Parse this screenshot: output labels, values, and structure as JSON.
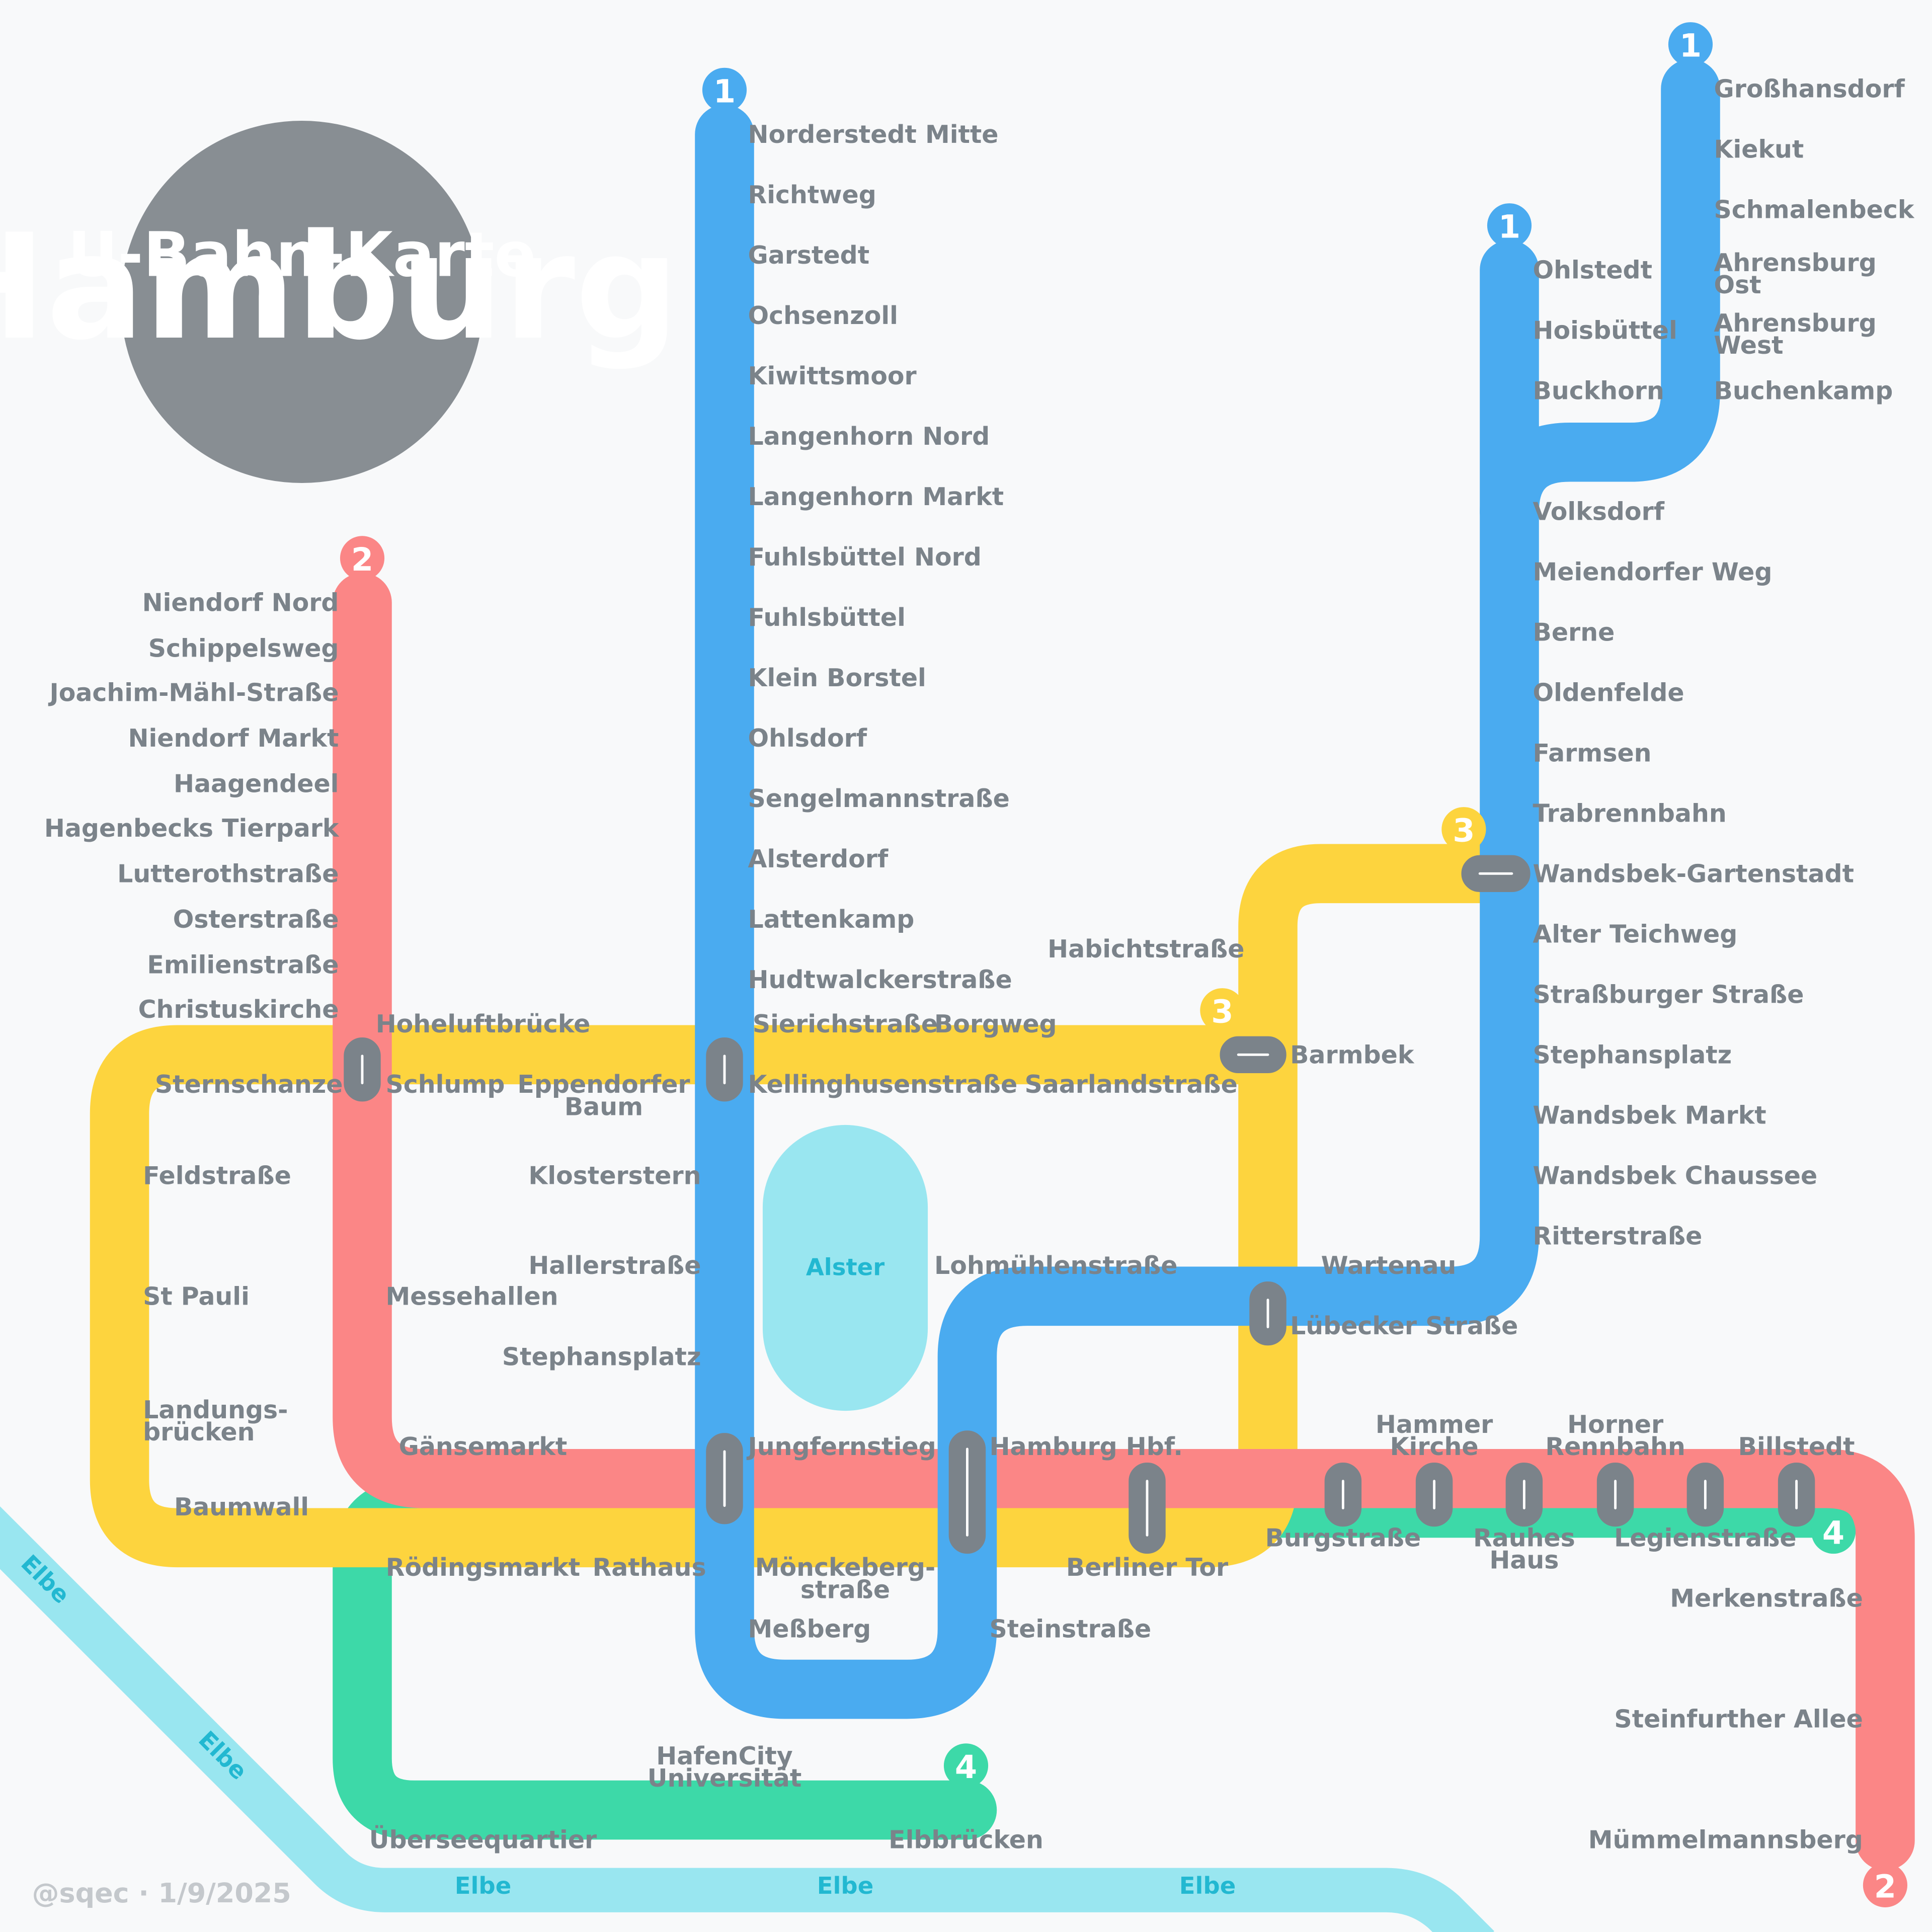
{
  "title": {
    "subtitle": "U-Bahn-Karte",
    "city": "Hamburg"
  },
  "credit": "@sqec · 1/9/2025",
  "colors": {
    "u1": "#4aabf0",
    "u2": "#fb8686",
    "u3": "#fdd43e",
    "u4": "#3dd9a8",
    "water": "#99e6f0",
    "water_text": "#22b8d1",
    "title_circle": "#888e93",
    "label": "#7b838a",
    "interchange_stroke": "#7b838a"
  },
  "water": {
    "river": "Elbe",
    "lake": "Alster"
  },
  "badges": {
    "u1_top": "1",
    "u1_ohlstedt": "1",
    "u1_grosshansdorf": "1",
    "u2_top": "2",
    "u2_bottom": "2",
    "u3_wandsbek": "3",
    "u3_barmbek": "3",
    "u4_billstedt": "4",
    "u4_elbbruecken": "4"
  },
  "stations": {
    "norderstedt_mitte": "Norderstedt Mitte",
    "richtweg": "Richtweg",
    "garstedt": "Garstedt",
    "ochsenzoll": "Ochsenzoll",
    "kiwittsmoor": "Kiwittsmoor",
    "langenhorn_nord": "Langenhorn Nord",
    "langenhorn_markt": "Langenhorn Markt",
    "fuhlsbuettel_nord": "Fuhlsbüttel Nord",
    "fuhlsbuettel": "Fuhlsbüttel",
    "klein_borstel": "Klein Borstel",
    "ohlsdorf": "Ohlsdorf",
    "sengelmannstrasse": "Sengelmannstraße",
    "alsterdorf": "Alsterdorf",
    "lattenkamp": "Lattenkamp",
    "hudtwalckerstrasse": "Hudtwalckerstraße",
    "kellinghusenstrasse": "Kellinghusenstraße",
    "klosterstern": "Klosterstern",
    "hallerstrasse": "Hallerstraße",
    "stephansplatz_u1": "Stephansplatz",
    "jungfernstieg": "Jungfernstieg",
    "messberg": "Meßberg",
    "steinstrasse": "Steinstraße",
    "hamburg_hbf": "Hamburg Hbf.",
    "lohmuehlenstrasse": "Lohmühlenstraße",
    "luebecker_strasse": "Lübecker Straße",
    "wartenau": "Wartenau",
    "ritterstrasse": "Ritterstraße",
    "wandsbek_chaussee": "Wandsbek Chaussee",
    "wandsbek_markt": "Wandsbek Markt",
    "stephansplatz_north": "Stephansplatz",
    "strassburger_strasse": "Straßburger Straße",
    "alter_teichweg": "Alter Teichweg",
    "wandsbek_gartenstadt": "Wandsbek-Gartenstadt",
    "trabrennbahn": "Trabrennbahn",
    "farmsen": "Farmsen",
    "oldenfelde": "Oldenfelde",
    "berne": "Berne",
    "meiendorfer_weg": "Meiendorfer Weg",
    "volksdorf": "Volksdorf",
    "buckhorn": "Buckhorn",
    "hoisbuettel": "Hoisbüttel",
    "ohlstedt": "Ohlstedt",
    "buchenkamp": "Buchenkamp",
    "ahrensburg_west_1": "Ahrensburg",
    "ahrensburg_west_2": "West",
    "ahrensburg_ost_1": "Ahrensburg",
    "ahrensburg_ost_2": "Ost",
    "schmalenbeck": "Schmalenbeck",
    "kiekut": "Kiekut",
    "grosshansdorf": "Großhansdorf",
    "niendorf_nord": "Niendorf Nord",
    "schippelsweg": "Schippelsweg",
    "joachim_maehl_strasse": "Joachim-Mähl-Straße",
    "niendorf_markt": "Niendorf Markt",
    "haagendeel": "Haagendeel",
    "hagenbecks_tierpark": "Hagenbecks Tierpark",
    "lutterothstrasse": "Lutterothstraße",
    "osterstrasse": "Osterstraße",
    "emilienstrasse": "Emilienstraße",
    "christuskirche": "Christuskirche",
    "schlump": "Schlump",
    "messehallen": "Messehallen",
    "gaensemarkt": "Gänsemarkt",
    "berliner_tor": "Berliner Tor",
    "burgstrasse": "Burgstraße",
    "hammer_kirche_1": "Hammer",
    "hammer_kirche_2": "Kirche",
    "rauhes_haus_1": "Rauhes",
    "rauhes_haus_2": "Haus",
    "horner_rennbahn_1": "Horner",
    "horner_rennbahn_2": "Rennbahn",
    "legienstrasse": "Legienstraße",
    "billstedt": "Billstedt",
    "merkenstrasse": "Merkenstraße",
    "steinfurther_allee": "Steinfurther Allee",
    "muemmelmannsberg": "Mümmelmannsberg",
    "sternschanze": "Sternschanze",
    "hoheluftbruecke": "Hoheluftbrücke",
    "eppendorfer_baum_1": "Eppendorfer",
    "eppendorfer_baum_2": "Baum",
    "sierichstrasse": "Sierichstraße",
    "borgweg": "Borgweg",
    "saarlandstrasse": "Saarlandstraße",
    "barmbek": "Barmbek",
    "habichtstrasse": "Habichtstraße",
    "feldstrasse": "Feldstraße",
    "st_pauli": "St Pauli",
    "landungsbruecken_1": "Landungs-",
    "landungsbruecken_2": "brücken",
    "baumwall": "Baumwall",
    "roedingsmarkt": "Rödingsmarkt",
    "rathaus": "Rathaus",
    "moenckebergstrasse_1": "Mönckeberg-",
    "moenckebergstrasse_2": "straße",
    "ueberseequartier": "Überseequartier",
    "hafencity_universitaet_1": "HafenCity",
    "hafencity_universitaet_2": "Universität",
    "elbbruecken": "Elbbrücken"
  }
}
